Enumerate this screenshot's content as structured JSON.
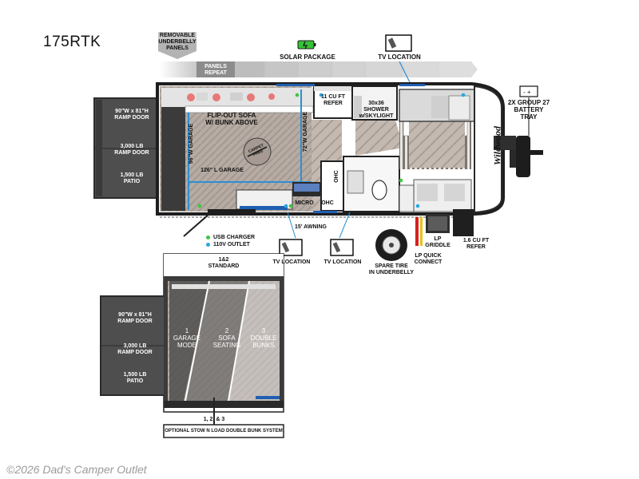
{
  "model": "175RTK",
  "watermark": "©2026 Dad's Camper Outlet",
  "top_labels": {
    "removable_panels": "REMOVABLE\nUNDERBELLY\nPANELS",
    "panels_repeat": "PANELS\nREPEAT",
    "solar_package": "SOLAR PACKAGE",
    "tv_location_top": "TV LOCATION",
    "battery": "2X GROUP 27\nBATTERY\nTRAY"
  },
  "ramp_door": {
    "size": "90\"W x 81\"H\nRAMP DOOR",
    "weight": "3,000 LB\nRAMP DOOR",
    "patio": "1,500 LB\nPATIO"
  },
  "interior": {
    "flip_out_sofa": "FLIP-OUT SOFA\nW/ BUNK ABOVE",
    "garage_96": "96\"W GARAGE",
    "garage_126": "126\" L GARAGE",
    "garage_72": "72\"W GARAGE",
    "refer_11": "11 CU FT\nREFER",
    "shower": "30x36\nSHOWER\nw/SKYLIGHT",
    "ohc_vertical": "OHC",
    "micro": "MICRO",
    "ohc": "OHC",
    "carpet_free": "CARPET\nFREE",
    "brand": "Wildwood"
  },
  "bottom_labels": {
    "awning": "15' AWNING",
    "usb_charger": "USB CHARGER",
    "outlet_110v": "110V OUTLET",
    "tv_location_1": "TV LOCATION",
    "tv_location_2": "TV LOCATION",
    "spare_tire": "SPARE TIRE\nIN UNDERBELLY",
    "lp_quick_connect": "LP QUICK\nCONNECT",
    "lp_griddle": "LP\nGRIDDLE",
    "refer_16": "1.6 CU FT\nREFER"
  },
  "inset": {
    "header": "1&2\nSTANDARD",
    "mode1": "1\nGARAGE\nMODE",
    "mode2": "2\nSOFA\nSEATING",
    "mode3": "3\nDOUBLE\nBUNKS",
    "footer_num": "1, 2, & 3",
    "footer": "OPTIONAL STOW N LOAD DOUBLE BUNK SYSTEM"
  },
  "colors": {
    "usb_dot": "#3ec63e",
    "outlet_dot": "#2aa7e0",
    "garage_line": "#2a8fd6",
    "floor": "#b6aca4",
    "ramp": "#4e4e4e",
    "solar": "#36c236"
  }
}
